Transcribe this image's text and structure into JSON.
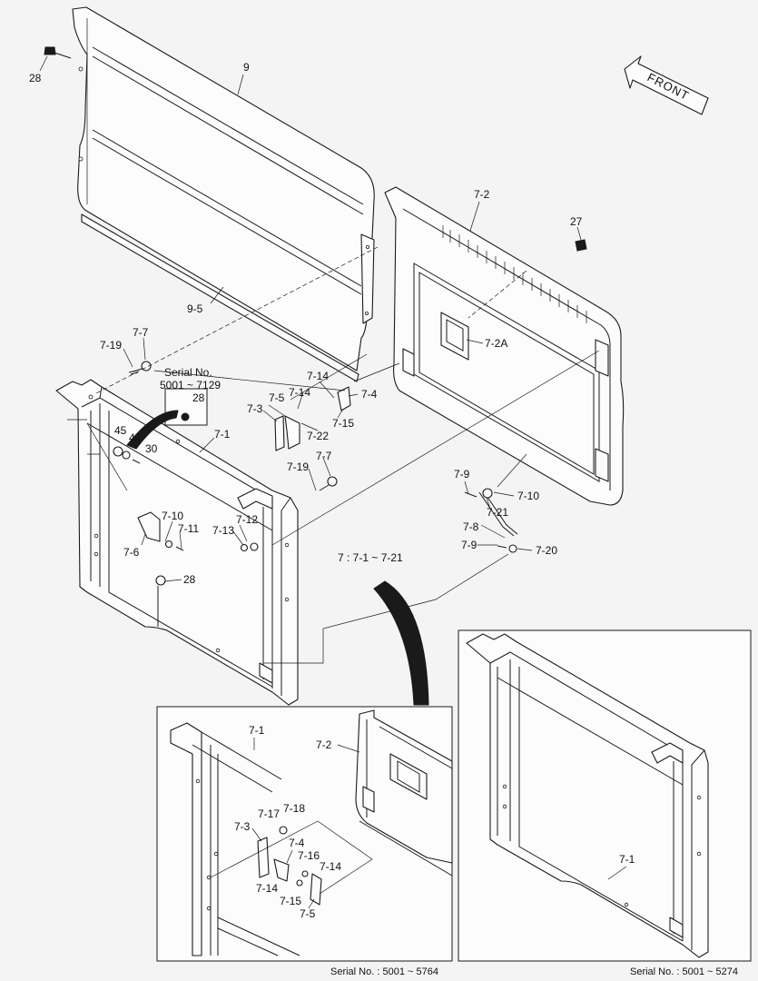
{
  "direction_arrow": {
    "label": "FRONT"
  },
  "callouts": {
    "p28_top": "28",
    "p9": "9",
    "p9_5": "9-5",
    "p7_2": "7-2",
    "p27": "27",
    "p7_2A": "7-2A",
    "p7_7_a": "7-7",
    "p7_19_a": "7-19",
    "serial_box_title": "Serial No.",
    "serial_box_range": "5001 ~ 7129",
    "serial_box_part": "28",
    "p7_14_a": "7-14",
    "p7_4_a": "7-4",
    "p7_5_a": "7-5",
    "p7_14_b": "7-14",
    "p7_3_a": "7-3",
    "p7_15_a": "7-15",
    "p7_22": "7-22",
    "p45": "45",
    "p44": "44",
    "p30": "30",
    "p7_1_main": "7-1",
    "p7_7_b": "7-7",
    "p7_19_b": "7-19",
    "p7_10_a": "7-10",
    "p7_11": "7-11",
    "p7_13": "7-13",
    "p7_12": "7-12",
    "p7_6": "7-6",
    "p28_mid": "28",
    "p7_9_a": "7-9",
    "p7_10_b": "7-10",
    "p7_21": "7-21",
    "p7_8": "7-8",
    "p7_9_b": "7-9",
    "p7_20": "7-20",
    "assembly_note": "7 : 7-1 ~ 7-21",
    "inset_left_7_1": "7-1",
    "inset_left_7_2": "7-2",
    "inset_left_7_17": "7-17",
    "inset_left_7_18": "7-18",
    "inset_left_7_3": "7-3",
    "inset_left_7_4": "7-4",
    "inset_left_7_16": "7-16",
    "inset_left_7_14a": "7-14",
    "inset_left_7_14b": "7-14",
    "inset_left_7_15": "7-15",
    "inset_left_7_5": "7-5",
    "inset_right_7_1": "7-1"
  },
  "serial_captions": {
    "left": "Serial No. : 5001 ~ 5764",
    "right": "Serial No. : 5001 ~ 5274"
  },
  "colors": {
    "background": "#f4f4f4",
    "line": "#1a1a1a",
    "part_fill": "#fcfcfc"
  }
}
